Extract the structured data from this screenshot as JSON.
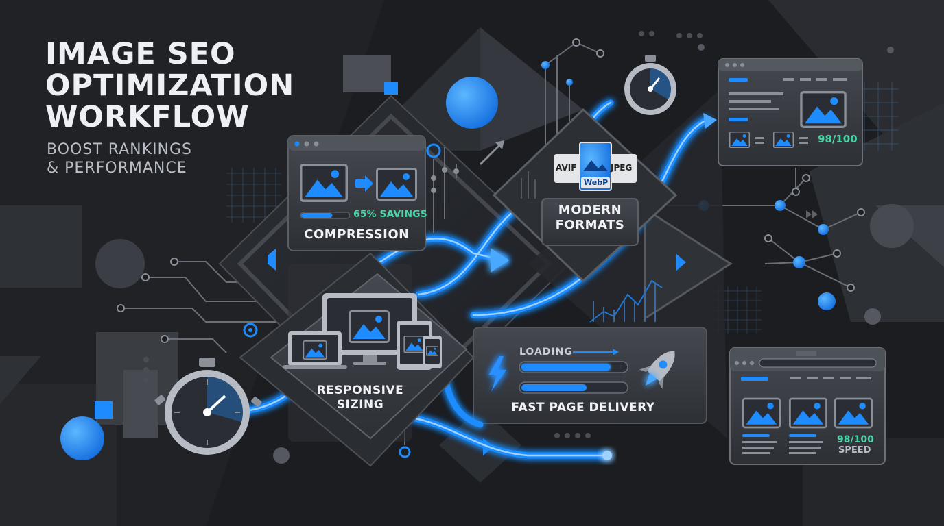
{
  "title_lines": [
    "IMAGE SEO",
    "OPTIMIZATION",
    "WORKFLOW"
  ],
  "subtitle_lines": [
    "BOOST RANKINGS",
    "& PERFORMANCE"
  ],
  "compression": {
    "label": "COMPRESSION",
    "savings": "65% SAVINGS",
    "savings_fraction": 0.65
  },
  "formats": {
    "label_line1": "MODERN",
    "label_line2": "FORMATS",
    "left": "AVIF",
    "center": "WebP",
    "right": "JPEG"
  },
  "responsive": {
    "label_line1": "RESPONSIVE",
    "label_line2": "SIZING"
  },
  "delivery": {
    "label": "FAST PAGE DELIVERY",
    "loading": "LOADING"
  },
  "score_top": {
    "score": "98/100"
  },
  "score_bottom": {
    "score": "98/100",
    "caption": "SPEED"
  },
  "colors": {
    "accent": "#1e8cff",
    "accent_glow": "#4aa8ff",
    "panel": "#3a3d43",
    "background": "#1b1d21",
    "savings": "#49d6a6"
  },
  "icons": [
    "image-icon",
    "stopwatch-icon",
    "lightning-icon",
    "rocket-icon",
    "play-arrow-icon",
    "laptop-icon",
    "monitor-icon",
    "tablet-icon",
    "phone-icon",
    "file-icon",
    "browser-icon",
    "network-node-icon"
  ]
}
